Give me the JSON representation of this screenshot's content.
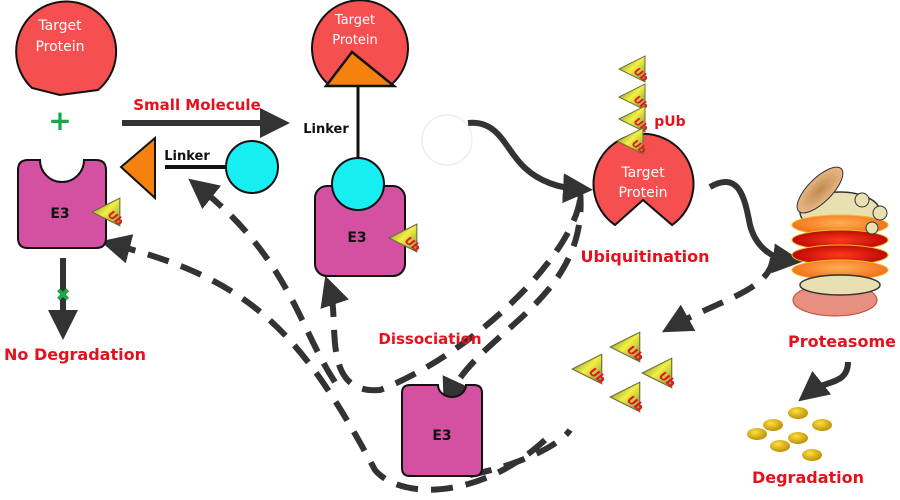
{
  "labels": {
    "target_protein_line1": "Target",
    "target_protein_line2": "Protein",
    "small_molecule": "Small Molecule",
    "linker": "Linker",
    "e3": "E3",
    "ub": "Ub",
    "pub": "pUb",
    "ubiquitination": "Ubiquitination",
    "proteasome": "Proteasome",
    "degradation": "Degradation",
    "no_degradation": "No Degradation",
    "dissociation": "Dissociation"
  },
  "colors": {
    "target_protein": "#f5504f",
    "e3": "#d351a0",
    "ligand_circle": "#16eef2",
    "warhead_triangle": "#f5820f",
    "ub_tag": "#c8c840",
    "label_red": "#e8101c",
    "arrow": "#333333",
    "plus_green": "#1aa84a",
    "degradation_product": "#e0b010"
  },
  "symbols": {
    "plus": "+",
    "cross": "✖"
  }
}
